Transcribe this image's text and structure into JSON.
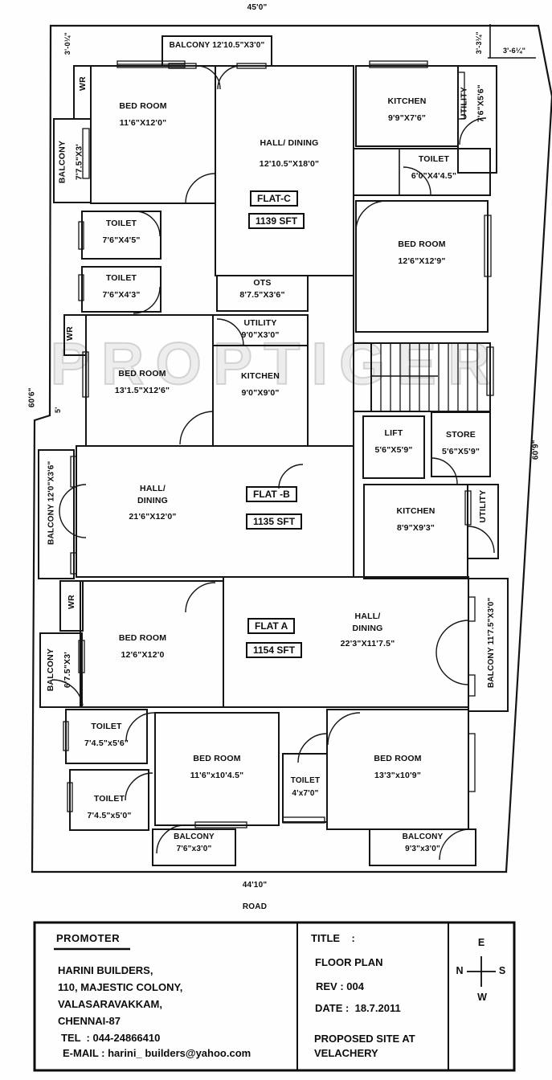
{
  "watermark": "PROPTIGER",
  "plan": {
    "dims": {
      "top": "45'0\"",
      "bottom": "44'10\"",
      "left": "60'6\"",
      "right": "60'9\"",
      "road": "ROAD",
      "corner_top_left": "3'-0¼\"",
      "corner_top_right_v": "3'-3¼\"",
      "corner_top_right_h": "3'-6¼\"",
      "left_step": "5'"
    },
    "rooms": {
      "balcony_top": {
        "name": "BALCONY 12'10.5\"X3'0\""
      },
      "wr": {
        "name": "WR"
      },
      "bedroom_c": {
        "name": "BED ROOM",
        "size": "11'6\"X12'0\""
      },
      "balcony_c_left": {
        "name": "BALCONY",
        "size": "7'7.5\"X3'"
      },
      "hall_c": {
        "name": "HALL/  DINING",
        "size": "12'10.5\"X18'0\""
      },
      "kitchen_c": {
        "name": "KITCHEN",
        "size": "9'9\"X7'6\""
      },
      "utility_c": {
        "name": "UTILITY",
        "size": "7'6\"X5'6\""
      },
      "toilet_c1": {
        "name": "TOILET",
        "size": "6'0\"X4'4.5\""
      },
      "bedroom_c2": {
        "name": "BED ROOM",
        "size": "12'6\"X12'9\""
      },
      "toilet_c2": {
        "name": "TOILET",
        "size": "7'6\"X4'5\""
      },
      "toilet_c3": {
        "name": "TOILET",
        "size": "7'6\"X4'3\""
      },
      "ots": {
        "name": "OTS",
        "size": "8'7.5\"X3'6\""
      },
      "utility_b": {
        "name": "UTILITY",
        "size": "9'0\"X3'0\""
      },
      "kitchen_b": {
        "name": "KITCHEN",
        "size": "9'0\"X9'0\""
      },
      "bedroom_b": {
        "name": "BED ROOM",
        "size": "13'1.5\"X12'6\""
      },
      "balcony_b_left": {
        "name": "BALCONY  12'0\"X3'6\""
      },
      "hall_b": {
        "name": "HALL/",
        "name2": "DINING",
        "size": "21'6\"X12'0\""
      },
      "lift": {
        "name": "LIFT",
        "size": "5'6\"X5'9\""
      },
      "store": {
        "name": "STORE",
        "size": "5'6\"X5'9\""
      },
      "kitchen_a": {
        "name": "KITCHEN",
        "size": "8'9\"X9'3\""
      },
      "utility_a": {
        "name": "UTILITY"
      },
      "hall_a": {
        "name": "HALL/",
        "name2": "DINING",
        "size": "22'3\"X11'7.5\""
      },
      "bedroom_a": {
        "name": "BED ROOM",
        "size": "12'6\"X12'0"
      },
      "balcony_a_left": {
        "name": "BALCONY",
        "size": "6'7.5\"X3'"
      },
      "balcony_a_right": {
        "name": "BALCONY 11'7.5\"X3'0\""
      },
      "toilet_d1": {
        "name": "TOILET",
        "size": "7'4.5\"x5'6\""
      },
      "toilet_d2": {
        "name": "TOILET",
        "size": "7'4.5\"x5'0\""
      },
      "bedroom_d1": {
        "name": "BED ROOM",
        "size": "11'6\"x10'4.5\""
      },
      "toilet_d3": {
        "name": "TOILET",
        "size": "4'x7'0\""
      },
      "bedroom_d2": {
        "name": "BED ROOM",
        "size": "13'3\"x10'9\""
      },
      "balcony_d1": {
        "name": "BALCONY",
        "size": "7'6\"x3'0\""
      },
      "balcony_d2": {
        "name": "BALCONY",
        "size": "9'3\"x3'0\""
      }
    },
    "flats": {
      "c": {
        "label": "FLAT-C",
        "area": "1139 SFT"
      },
      "b": {
        "label": "FLAT -B",
        "area": "1135 SFT"
      },
      "a": {
        "label": "FLAT A",
        "area": "1154 SFT"
      }
    }
  },
  "title_block": {
    "promoter_heading": "PROMOTER",
    "promoter_name": "HARINI BUILDERS,",
    "address1": "110, MAJESTIC COLONY,",
    "address2": "VALASARAVAKKAM,",
    "address3": "CHENNAI-87",
    "tel": "TEL  : 044-24866410",
    "email": "E-MAIL : harini_ builders@yahoo.com",
    "title_label": "TITLE    :",
    "title_value": "FLOOR PLAN",
    "rev": "REV : 004",
    "date": "DATE :  18.7.2011",
    "proposed1": "PROPOSED SITE AT",
    "proposed2": "VELACHERY",
    "compass": {
      "n": "N",
      "e": "E",
      "s": "S",
      "w": "W"
    }
  }
}
